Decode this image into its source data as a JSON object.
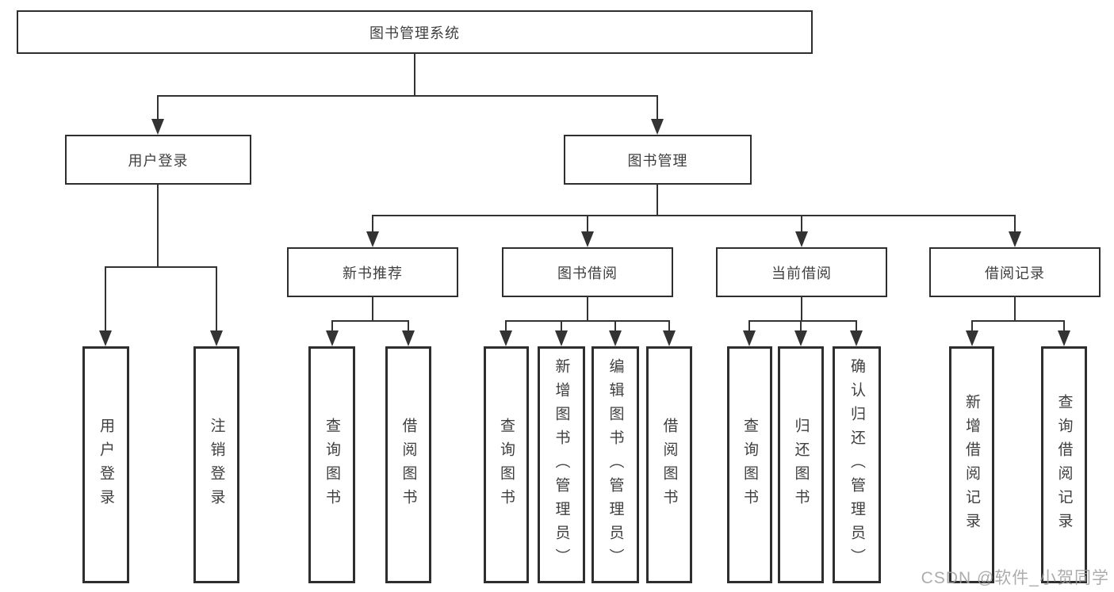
{
  "diagram": {
    "root": {
      "label": "图书管理系统"
    },
    "branches": [
      {
        "label": "用户登录",
        "children": [
          {
            "label": "用户登录"
          },
          {
            "label": "注销登录"
          }
        ]
      },
      {
        "label": "图书管理",
        "children": [
          {
            "label": "新书推荐",
            "children": [
              {
                "label": "查询图书"
              },
              {
                "label": "借阅图书"
              }
            ]
          },
          {
            "label": "图书借阅",
            "children": [
              {
                "label": "查询图书"
              },
              {
                "label": "新增图书（管理员）"
              },
              {
                "label": "编辑图书（管理员）"
              },
              {
                "label": "借阅图书"
              }
            ]
          },
          {
            "label": "当前借阅",
            "children": [
              {
                "label": "查询图书"
              },
              {
                "label": "归还图书"
              },
              {
                "label": "确认归还（管理员）"
              }
            ]
          },
          {
            "label": "借阅记录",
            "children": [
              {
                "label": "新增借阅记录"
              },
              {
                "label": "查询借阅记录"
              }
            ]
          }
        ]
      }
    ]
  },
  "watermark": {
    "text": "CSDN @软件_小贺同学"
  },
  "colors": {
    "background": "#ffffff",
    "line": "#333333",
    "box_border": "#2e2e2e",
    "text": "#3f3f3f",
    "watermark": "#9e9e9e"
  }
}
